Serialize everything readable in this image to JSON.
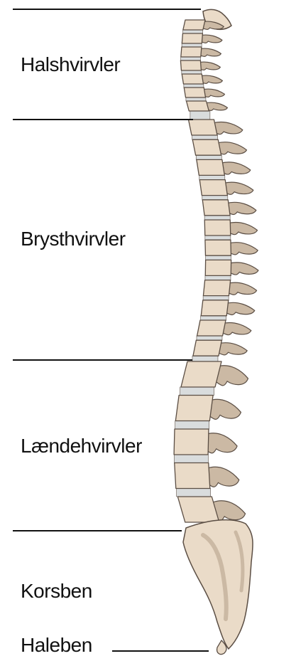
{
  "regions": {
    "cervical": "Halshvirvler",
    "thoracic": "Brysthvirvler",
    "lumbar": "Lændehvirvler",
    "sacrum": "Korsben",
    "coccyx": "Haleben"
  },
  "colors": {
    "bone": "#EADBC8",
    "bone_shadow": "#CBB9A4",
    "outline": "#5B4E44",
    "disc": "#D9DCDD",
    "line": "#111111"
  }
}
